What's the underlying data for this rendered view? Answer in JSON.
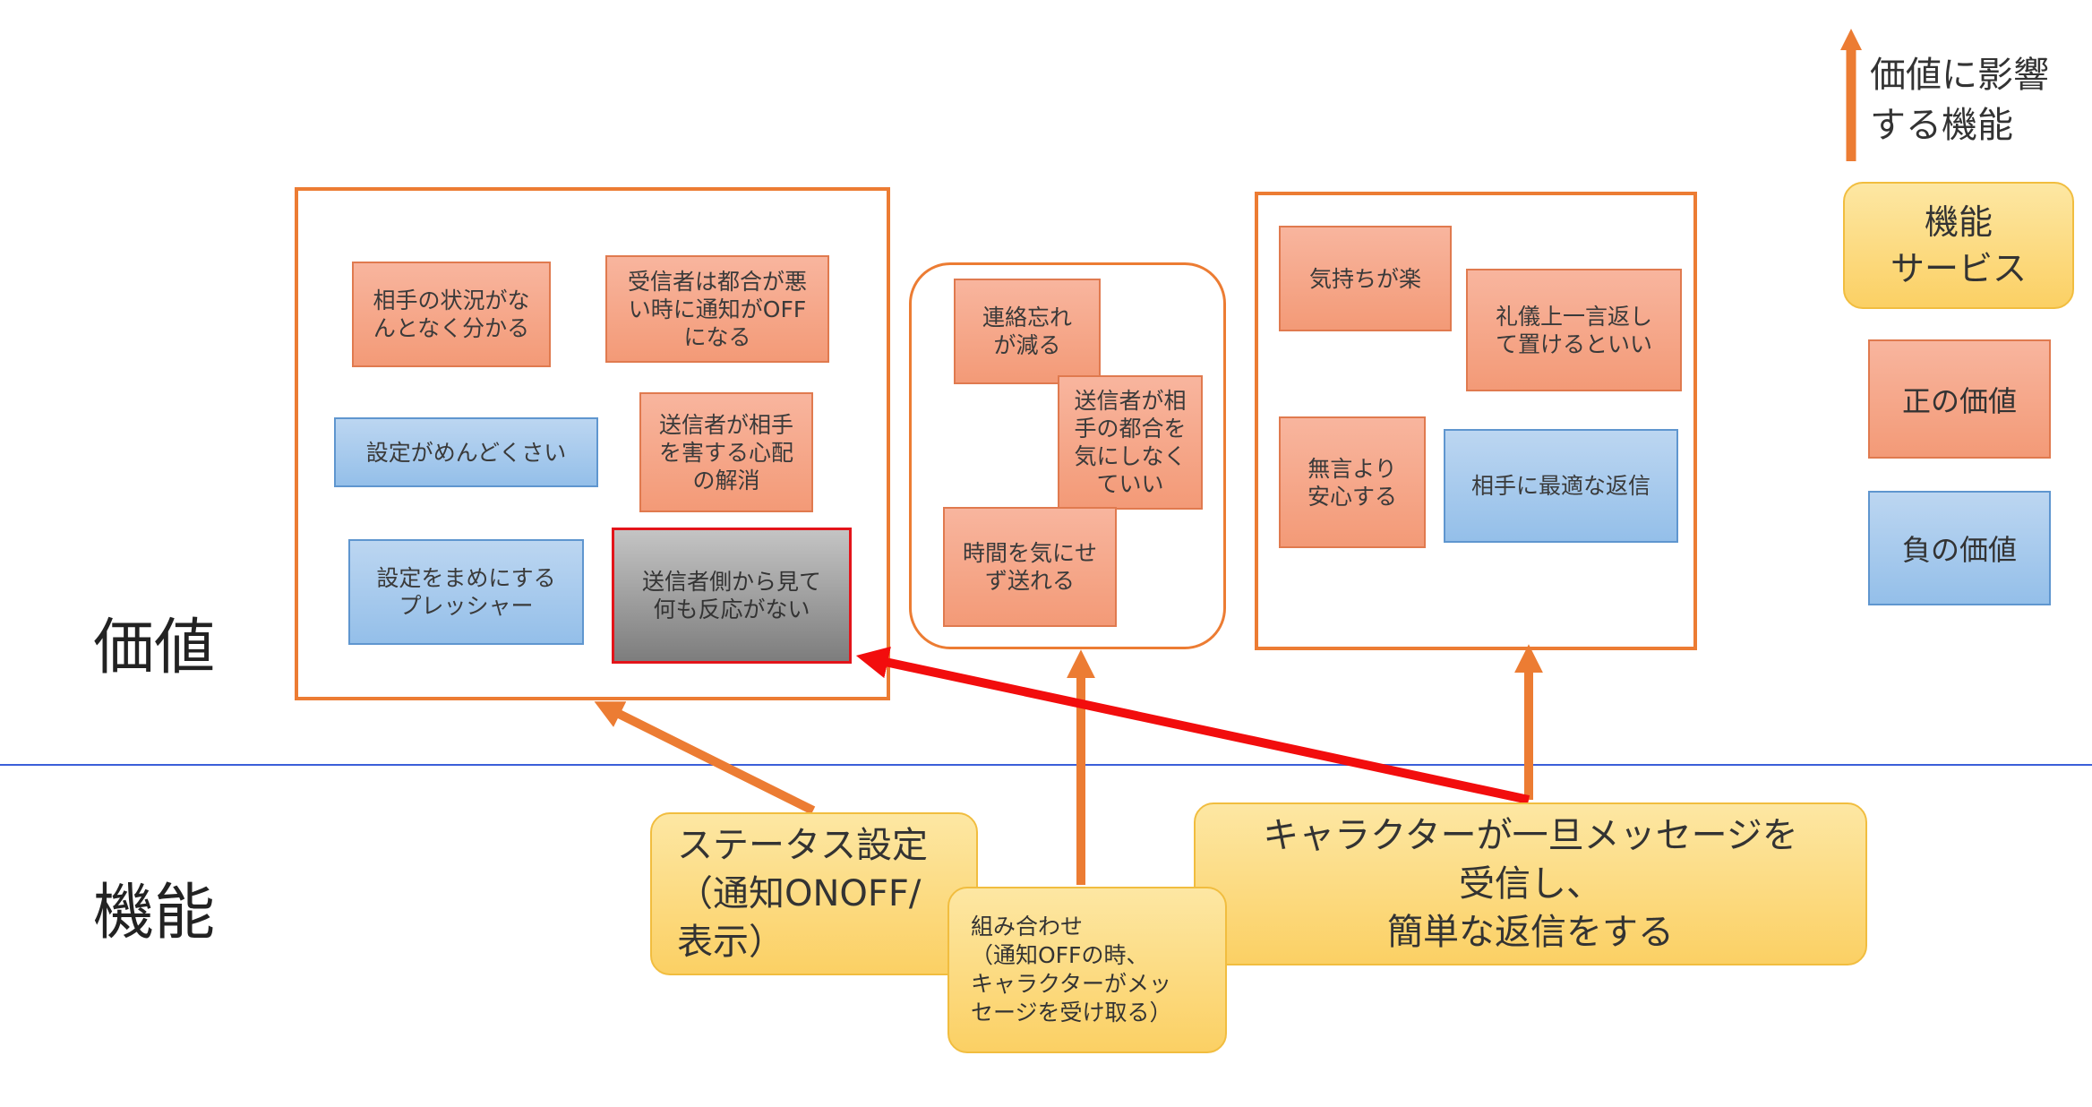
{
  "legend": {
    "arrow_label": "価値に影響\nする機能",
    "feature": "機能\nサービス",
    "positive": "正の価値",
    "negative": "負の価値"
  },
  "rows": {
    "value": "価値",
    "feature": "機能"
  },
  "groups": {
    "left": {
      "items": [
        "相手の状況がな\nんとなく分かる",
        "受信者は都合が悪\nい時に通知がOFF\nになる",
        "設定がめんどくさい",
        "送信者が相手\nを害する心配\nの解消",
        "設定をまめにする\nプレッシャー",
        "送信者側から見て\n何も反応がない"
      ]
    },
    "middle": {
      "items": [
        "連絡忘れ\nが減る",
        "送信者が相\n手の都合を\n気にしなく\nていい",
        "時間を気にせ\nず送れる"
      ]
    },
    "right": {
      "items": [
        "気持ちが楽",
        "礼儀上一言返し\nて置けるといい",
        "無言より\n安心する",
        "相手に最適な返信"
      ]
    }
  },
  "features": {
    "status": "ステータス設定\n（通知ONOFF/\n表示）",
    "combo": "組み合わせ\n（通知OFFの時、\nキャラクターがメッ\nセージを受け取る）",
    "character": "キャラクターが一旦メッセージを\n受信し、\n簡単な返信をする"
  },
  "colors": {
    "orange": "#ec7c33",
    "red": "#f20d0d",
    "divider": "#3b5fd9",
    "positive": "#f4a283",
    "negative": "#a5c8ee",
    "feature": "#fcd97a"
  }
}
